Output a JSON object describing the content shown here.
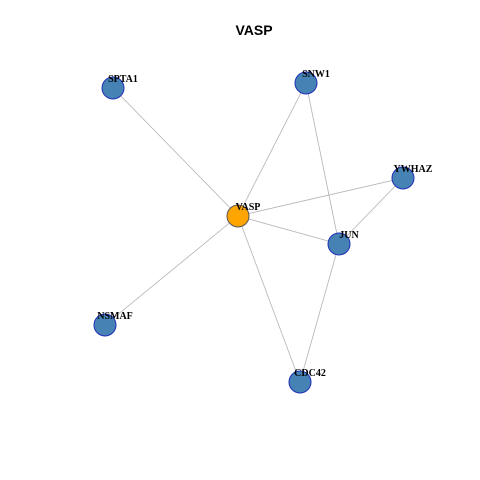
{
  "title": "VASP",
  "colors": {
    "center_fill": "#ffa500",
    "center_stroke": "#555555",
    "node_fill": "#4682b4",
    "node_stroke": "#1f2fb8",
    "edge": "#b3b3b3"
  },
  "nodes": [
    {
      "id": "VASP",
      "label": "VASP",
      "center": true
    },
    {
      "id": "SPTA1",
      "label": "SPTA1"
    },
    {
      "id": "SNW1",
      "label": "SNW1"
    },
    {
      "id": "YWHAZ",
      "label": "YWHAZ"
    },
    {
      "id": "JUN",
      "label": "JUN"
    },
    {
      "id": "NSMAF",
      "label": "NSMAF"
    },
    {
      "id": "CDC42",
      "label": "CDC42"
    }
  ],
  "edges": [
    [
      "VASP",
      "SPTA1"
    ],
    [
      "VASP",
      "SNW1"
    ],
    [
      "VASP",
      "YWHAZ"
    ],
    [
      "VASP",
      "JUN"
    ],
    [
      "VASP",
      "NSMAF"
    ],
    [
      "VASP",
      "CDC42"
    ],
    [
      "SNW1",
      "JUN"
    ],
    [
      "YWHAZ",
      "JUN"
    ],
    [
      "JUN",
      "CDC42"
    ]
  ]
}
